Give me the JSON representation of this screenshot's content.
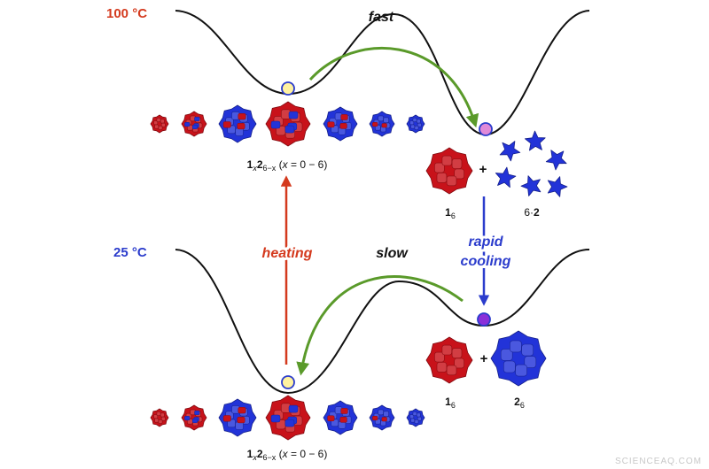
{
  "colors": {
    "red": "#d43a1e",
    "blue": "#2b3ccc",
    "green": "#5a9a2a",
    "curve": "#111111",
    "ball_yellow": "#fff2a0",
    "ball_pink": "#e08ad8",
    "ball_purple": "#8a2fd8",
    "cube_red": "#c8121a",
    "cube_blue": "#2233d8"
  },
  "temps": {
    "high": "100 °C",
    "low": "25 °C"
  },
  "arrows": {
    "fast": "fast",
    "slow": "slow",
    "heating": "heating",
    "rapid": "rapid",
    "cooling": "cooling"
  },
  "labels": {
    "mix_bold1": "1",
    "mix_sub1": "x",
    "mix_bold2": "2",
    "mix_sub2": "6−x",
    "mix_range_pre": " (",
    "mix_range_x": "x",
    "mix_range_post": " = 0 − 6)",
    "one": "1",
    "one_sub": "6",
    "plus": "+",
    "six_coef": "6·",
    "two": "2",
    "two_sub": "6"
  },
  "watermark": "SCIENCEAQ.COM"
}
